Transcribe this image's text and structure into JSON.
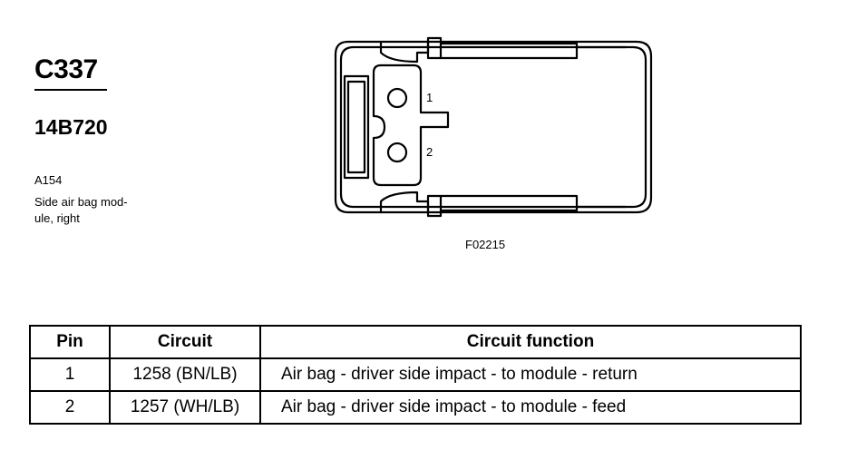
{
  "connector": {
    "id": "C337",
    "part_number": "14B720",
    "location_code": "A154",
    "description": "Side air bag mod-\nule, right",
    "figure_code": "F02215",
    "pin_labels": [
      "1",
      "2"
    ]
  },
  "table": {
    "headers": {
      "pin": "Pin",
      "circuit": "Circuit",
      "function": "Circuit function"
    },
    "rows": [
      {
        "pin": "1",
        "circuit": "1258 (BN/LB)",
        "function": "Air bag - driver side impact - to module - return"
      },
      {
        "pin": "2",
        "circuit": "1257 (WH/LB)",
        "function": "Air bag - driver side impact - to module - feed"
      }
    ]
  }
}
